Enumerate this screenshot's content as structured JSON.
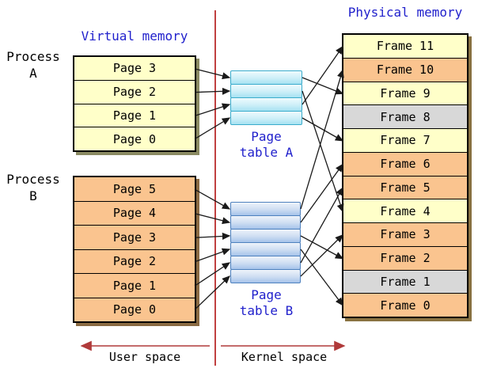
{
  "headings": {
    "virtual_memory": "Virtual memory",
    "physical_memory": "Physical memory"
  },
  "labels": {
    "process_a": [
      "Process",
      "A"
    ],
    "process_b": [
      "Process",
      "B"
    ],
    "page_table_a": [
      "Page",
      "table A"
    ],
    "page_table_b": [
      "Page",
      "table B"
    ],
    "user_space": "User space",
    "kernel_space": "Kernel space"
  },
  "process_a": {
    "pages": [
      "Page 3",
      "Page 2",
      "Page 1",
      "Page 0"
    ]
  },
  "process_b": {
    "pages": [
      "Page 5",
      "Page 4",
      "Page 3",
      "Page 2",
      "Page 1",
      "Page 0"
    ]
  },
  "physical_memory": {
    "frames": [
      {
        "label": "Frame 11",
        "owner": "process_a"
      },
      {
        "label": "Frame 10",
        "owner": "process_b"
      },
      {
        "label": "Frame 9",
        "owner": "process_a"
      },
      {
        "label": "Frame 8",
        "owner": "free"
      },
      {
        "label": "Frame 7",
        "owner": "process_a"
      },
      {
        "label": "Frame 6",
        "owner": "process_b"
      },
      {
        "label": "Frame 5",
        "owner": "process_b"
      },
      {
        "label": "Frame 4",
        "owner": "process_a"
      },
      {
        "label": "Frame 3",
        "owner": "process_b"
      },
      {
        "label": "Frame 2",
        "owner": "process_b"
      },
      {
        "label": "Frame 1",
        "owner": "free"
      },
      {
        "label": "Frame 0",
        "owner": "process_b"
      }
    ]
  },
  "mappings": {
    "table_a_rows": 4,
    "table_b_rows": 6,
    "table_a_rows_to_frames": [
      "Frame 9",
      "Frame 4",
      "Frame 11",
      "Frame 7"
    ],
    "table_b_rows_to_frames": [
      "Frame 10",
      "Frame 6",
      "Frame 2",
      "Frame 0",
      "Frame 5",
      "Frame 3"
    ]
  },
  "colors": {
    "process_a_fill": "#FFFFC9",
    "process_b_fill": "#FAC48F",
    "free_fill": "#D8D8D8",
    "table_a_border": "#3BACCC",
    "table_b_border": "#4E81BE",
    "heading_text": "#2121CC",
    "divider_red": "#C04040",
    "arrow_black": "#1A1A1A"
  }
}
